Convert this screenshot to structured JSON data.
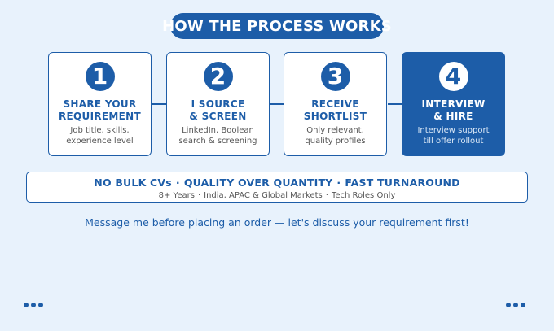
{
  "header": {
    "title": "HOW THE PROCESS WORKS"
  },
  "steps": [
    {
      "number": "1",
      "title_line1": "SHARE YOUR",
      "title_line2": "REQUIREMENT",
      "desc_line1": "Job title, skills,",
      "desc_line2": "experience level",
      "highlighted": false
    },
    {
      "number": "2",
      "title_line1": "I SOURCE",
      "title_line2": "& SCREEN",
      "desc_line1": "LinkedIn, Boolean",
      "desc_line2": "search & screening",
      "highlighted": false
    },
    {
      "number": "3",
      "title_line1": "RECEIVE",
      "title_line2": "SHORTLIST",
      "desc_line1": "Only relevant,",
      "desc_line2": "quality profiles",
      "highlighted": false
    },
    {
      "number": "4",
      "title_line1": "INTERVIEW",
      "title_line2": "& HIRE",
      "desc_line1": "Interview support",
      "desc_line2": "till offer rollout",
      "highlighted": true
    }
  ],
  "features": {
    "items": [
      "NO BULK CVs",
      "QUALITY OVER QUANTITY",
      "FAST TURNAROUND"
    ],
    "separator": "·"
  },
  "meta": {
    "items": [
      "8+ Years",
      "India, APAC & Global Markets",
      "Tech Roles Only"
    ],
    "separator": "·"
  },
  "cta": {
    "text": "Message me before placing an order — let's discuss your requirement first!"
  },
  "colors": {
    "accent": "#1d5da8",
    "background": "#e8f2fc",
    "card": "#ffffff",
    "body_text": "#555555"
  },
  "decorations": {
    "left_icon": "three-dots-icon",
    "right_icon": "three-dots-icon"
  }
}
